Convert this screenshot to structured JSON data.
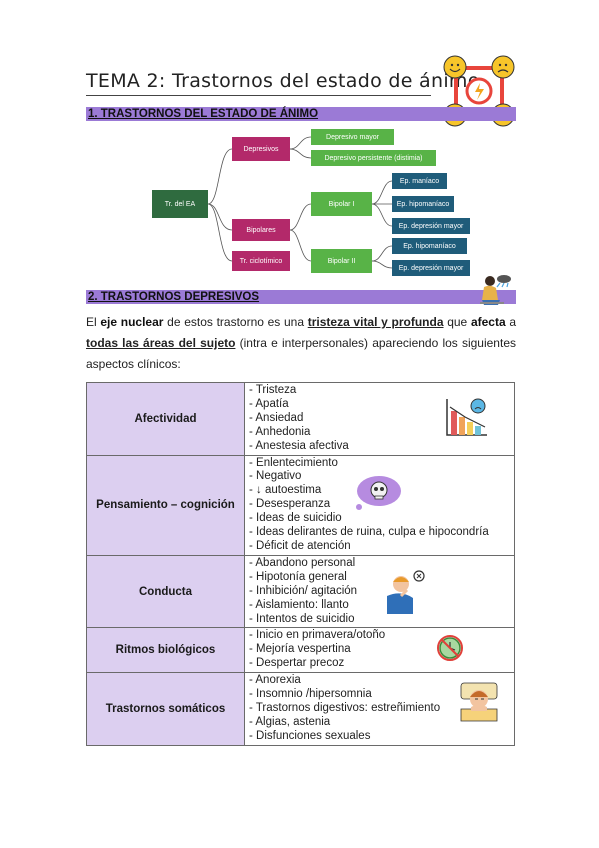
{
  "title": "TEMA 2: Trastornos del estado de ánimo",
  "section1": {
    "heading": "1. TRASTORNOS DEL ESTADO DE ÁNIMO"
  },
  "diagram": {
    "root": "Tr. del EA",
    "depresivos": "Depresivos",
    "bipolares": "Bipolares",
    "ciclotimico": "Tr. ciclotímico",
    "depresivo_mayor": "Depresivo mayor",
    "depresivo_persistente": "Depresivo persistente (distimia)",
    "bipolar_1": "Bipolar I",
    "bipolar_2": "Bipolar II",
    "ep_maniaco": "Ep. maníaco",
    "ep_hipomaniaco_1": "Ep. hipomaníaco",
    "ep_depresion_mayor_1": "Ep. depresión mayor",
    "ep_hipomaniaco_2": "Ep. hipomaníaco",
    "ep_depresion_mayor_2": "Ep. depresión mayor"
  },
  "section2": {
    "heading": "2. TRASTORNOS DEPRESIVOS",
    "intro": {
      "p1": "El ",
      "b1": "eje nuclear",
      "p2": " de estos trastorno es una ",
      "u1": "tristeza vital y profunda",
      "p3": " que ",
      "b2": "afecta",
      "p4": " a ",
      "u2": "todas las áreas del sujeto",
      "p5": " (intra e interpersonales) apareciendo los siguientes aspectos clínicos:"
    }
  },
  "table": [
    {
      "label": "Afectividad",
      "items": [
        "- Tristeza",
        "- Apatía",
        "- Ansiedad",
        "- Anhedonia",
        "- Anestesia afectiva"
      ]
    },
    {
      "label": "Pensamiento – cognición",
      "items": [
        "- Enlentecimiento",
        "- Negativo",
        "- ↓ autoestima",
        "- Desesperanza",
        "- Ideas de suicidio",
        "- Ideas delirantes de ruina, culpa e hipocondría",
        "- Déficit de atención"
      ]
    },
    {
      "label": "Conducta",
      "items": [
        "- Abandono personal",
        "- Hipotonía general",
        "- Inhibición/ agitación",
        "- Aislamiento: llanto",
        "- Intentos de suicidio"
      ]
    },
    {
      "label": "Ritmos biológicos",
      "items": [
        "- Inicio en primavera/otoño",
        "- Mejoría vespertina",
        "- Despertar precoz"
      ]
    },
    {
      "label": "Trastornos somáticos",
      "items": [
        "- Anorexia",
        "- Insomnio /hipersomnia",
        "- Trastornos digestivos: estreñimiento",
        "- Algias, astenia",
        "- Disfunciones sexuales"
      ]
    }
  ],
  "colors": {
    "section_bar": "#9b7ad6",
    "label_cell": "#dccff0",
    "root_node": "#2f6b3f",
    "pink_node": "#b3296a",
    "green_node": "#58b347",
    "teal_node": "#1f5c7a"
  },
  "icons": [
    "mood-faces-icon",
    "sitting-sad-person-icon",
    "declining-chart-sad-icon",
    "skull-thought-icon",
    "thinking-person-icon",
    "no-clock-icon",
    "sleepy-person-icon"
  ]
}
